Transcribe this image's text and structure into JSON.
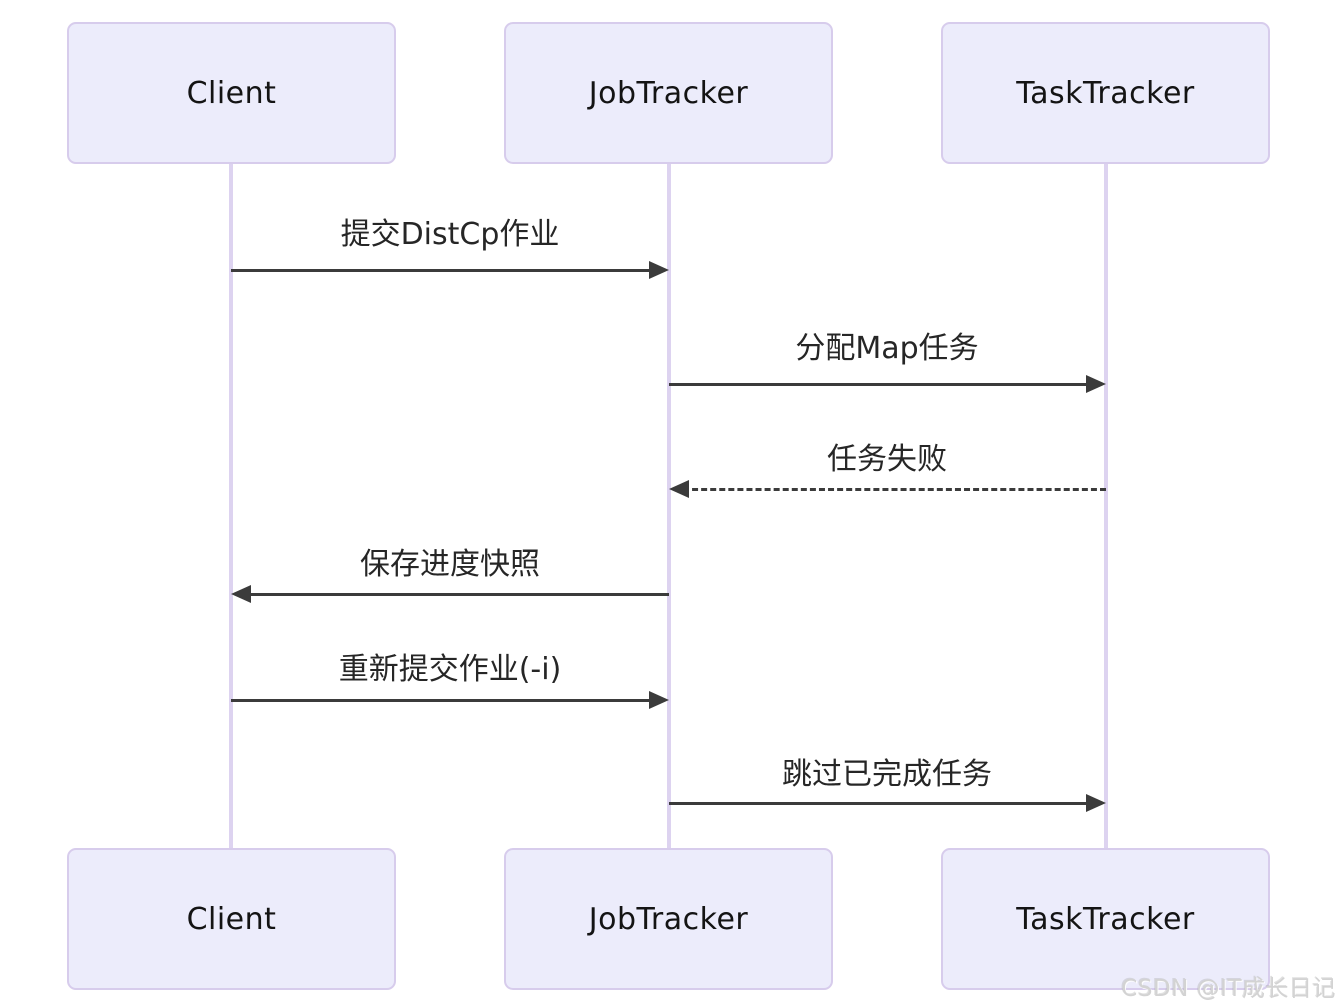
{
  "diagram": {
    "type": "sequence-diagram",
    "actors": [
      {
        "id": "client",
        "label": "Client"
      },
      {
        "id": "jobtracker",
        "label": "JobTracker"
      },
      {
        "id": "tasktracker",
        "label": "TaskTracker"
      }
    ],
    "messages": [
      {
        "from": "client",
        "to": "jobtracker",
        "label": "提交DistCp作业",
        "line": "solid",
        "direction": "right"
      },
      {
        "from": "jobtracker",
        "to": "tasktracker",
        "label": "分配Map任务",
        "line": "solid",
        "direction": "right"
      },
      {
        "from": "tasktracker",
        "to": "jobtracker",
        "label": "任务失败",
        "line": "dashed",
        "direction": "left"
      },
      {
        "from": "jobtracker",
        "to": "client",
        "label": "保存进度快照",
        "line": "solid",
        "direction": "left"
      },
      {
        "from": "client",
        "to": "jobtracker",
        "label": "重新提交作业(-i)",
        "line": "solid",
        "direction": "right"
      },
      {
        "from": "jobtracker",
        "to": "tasktracker",
        "label": "跳过已完成任务",
        "line": "solid",
        "direction": "right"
      }
    ],
    "colors": {
      "actor_fill": "#ECECFB",
      "actor_border": "#D7CCEC",
      "lifeline": "#DDD3F0",
      "arrow": "#3B3B3B",
      "text": "#262626",
      "background": "#FFFFFF"
    },
    "watermark": "CSDN @IT成长日记"
  }
}
